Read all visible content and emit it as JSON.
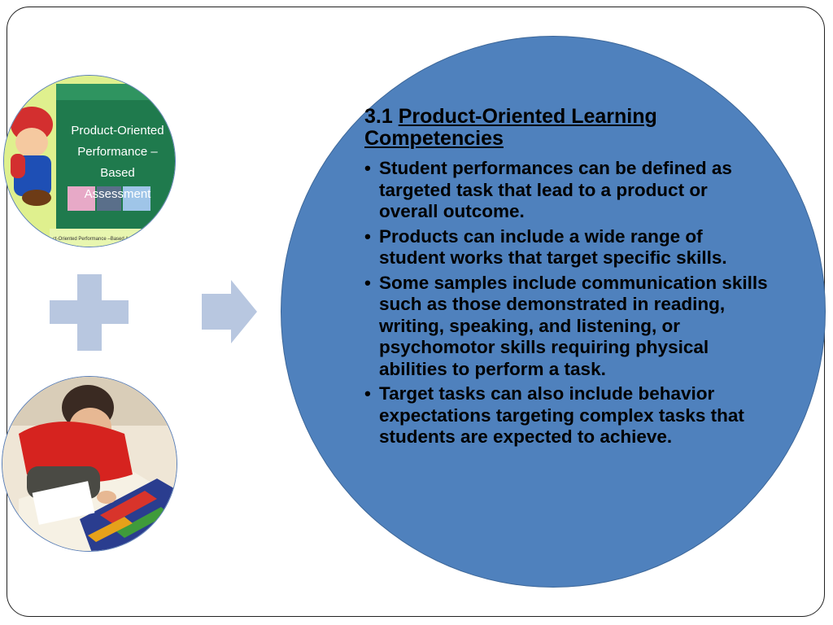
{
  "slide": {
    "image_top": {
      "poster_lines": [
        "Product-Oriented",
        "Performance –Based",
        "Assessment"
      ],
      "caption": "ct-Oriented Performance –Based Assessm"
    },
    "heading_number": "3.1 ",
    "heading_title": "Product-Oriented Learning Competencies",
    "bullets": [
      "Student performances can be defined as targeted task that lead to a product or overall outcome.",
      "Products can include a wide range of student works that target specific skills.",
      "Some samples include communication skills such as those demonstrated in reading, writing, speaking, and listening, or psychomotor skills requiring physical abilities to perform a task.",
      "Target tasks can also include behavior expectations targeting complex tasks that students are expected to achieve."
    ],
    "colors": {
      "circle_fill": "#4f81bd",
      "connector": "#b8c7e0"
    },
    "icons": [
      "plus-icon",
      "right-arrow-icon"
    ]
  }
}
